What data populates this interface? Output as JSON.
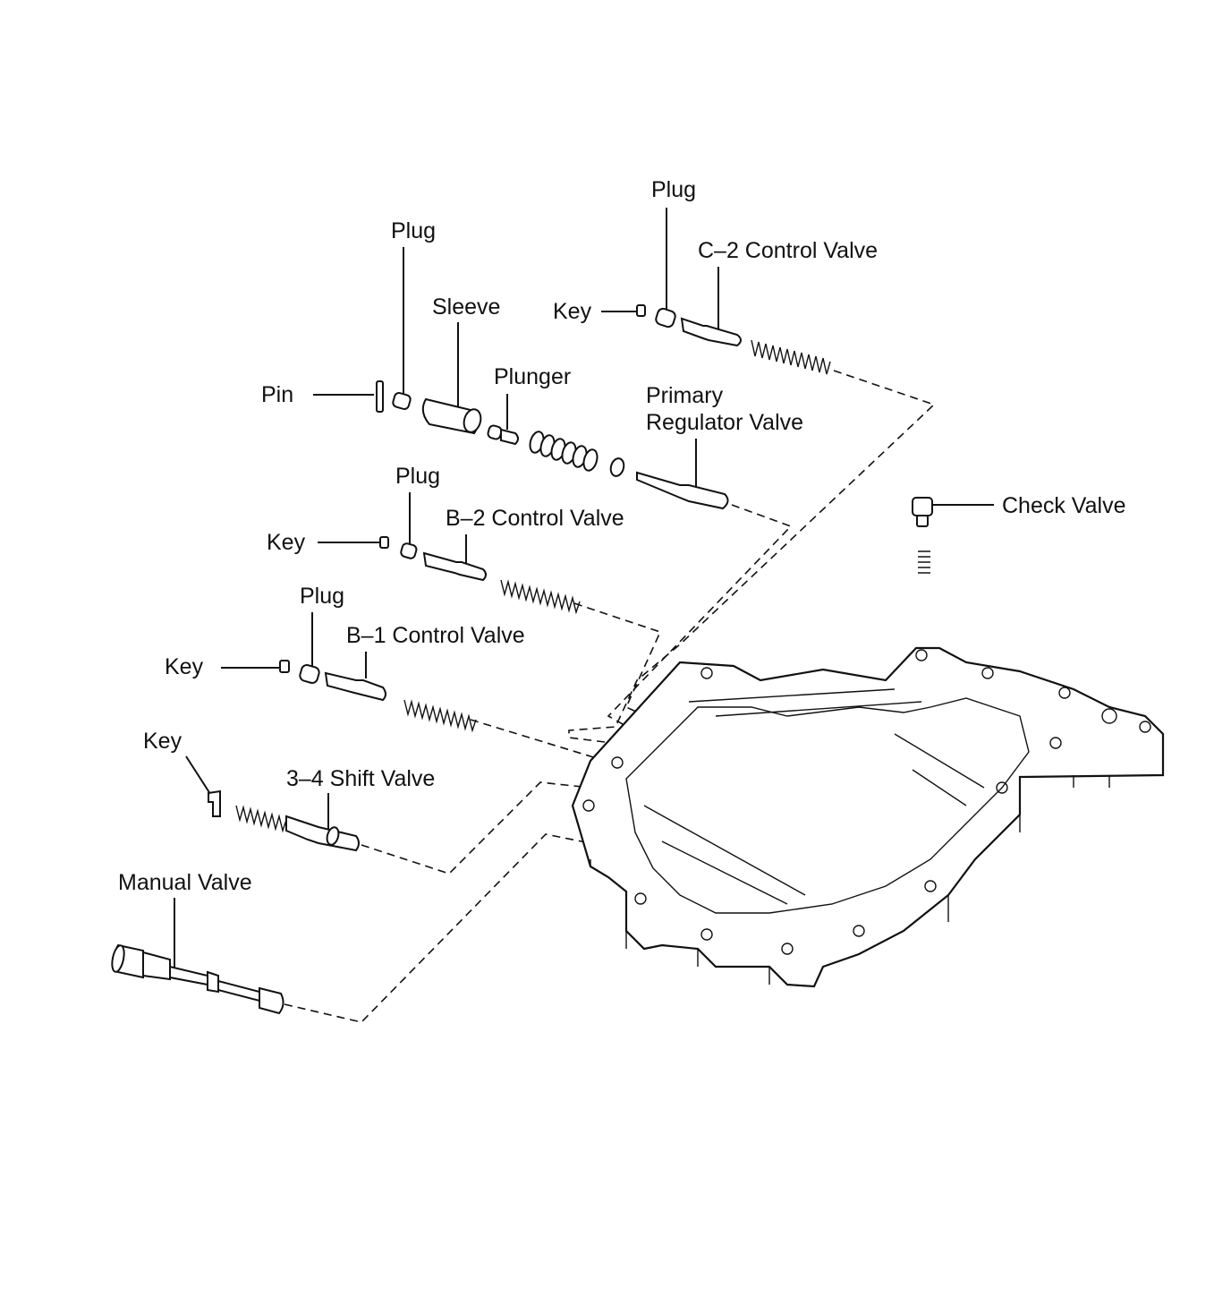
{
  "labels": {
    "plug_c2": "Plug",
    "c2_control_valve": "C–2 Control Valve",
    "key_c2": "Key",
    "plug_top": "Plug",
    "sleeve": "Sleeve",
    "plunger": "Plunger",
    "pin": "Pin",
    "primary_regulator_line1": "Primary",
    "primary_regulator_line2": "Regulator Valve",
    "check_valve": "Check Valve",
    "plug_b2": "Plug",
    "b2_control_valve": "B–2 Control Valve",
    "key_b2": "Key",
    "plug_b1": "Plug",
    "b1_control_valve": "B–1 Control Valve",
    "key_b1": "Key",
    "key_34": "Key",
    "shift_34_valve": "3–4 Shift Valve",
    "manual_valve": "Manual Valve"
  }
}
